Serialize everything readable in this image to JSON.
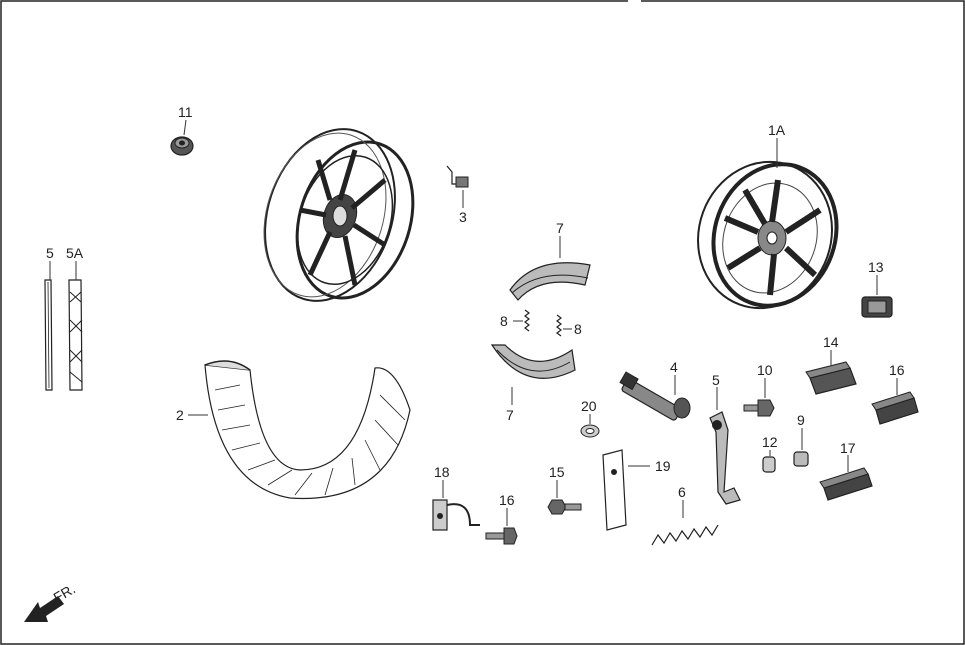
{
  "callouts": {
    "c11": "11",
    "c3": "3",
    "c1a": "1A",
    "c5": "5",
    "c5a": "5A",
    "c7_top": "7",
    "c8_left": "8",
    "c8_right": "8",
    "c7_bottom": "7",
    "c2": "2",
    "c13": "13",
    "c4": "4",
    "c5_lever": "5",
    "c10": "10",
    "c14": "14",
    "c16_right": "16",
    "c20": "20",
    "c9": "9",
    "c12": "12",
    "c17": "17",
    "c18": "18",
    "c15": "15",
    "c19": "19",
    "c6": "6",
    "c16_bottom": "16"
  },
  "orientation_label": "FR.",
  "colors": {
    "line": "#222222",
    "part_fill": "#2b2b2b",
    "background": "#ffffff"
  }
}
